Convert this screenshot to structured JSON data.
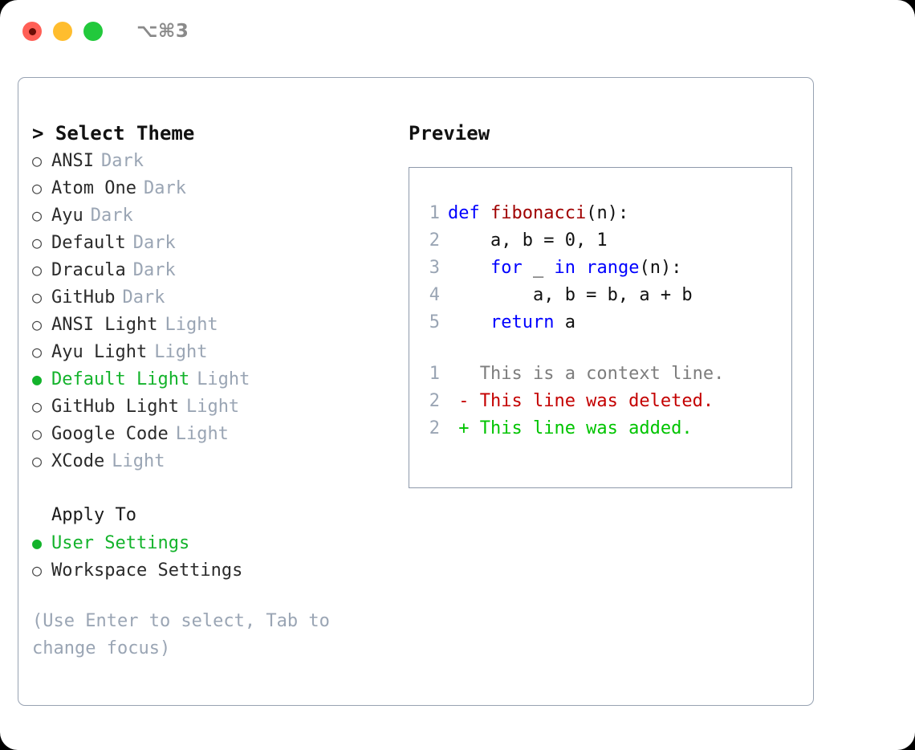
{
  "window": {
    "traffic_lights": [
      "close-red",
      "minimize-yellow",
      "maximize-green"
    ],
    "shortcut": "⌥⌘3"
  },
  "theme_picker": {
    "header": "> Select Theme",
    "caret": ">",
    "header_text": "Select Theme",
    "bullet_empty": "○",
    "bullet_filled": "●",
    "selected_color": "#13b32b",
    "tag_color": "#9aa5b4",
    "items": [
      {
        "label": "ANSI",
        "tag": "Dark",
        "selected": false
      },
      {
        "label": "Atom One",
        "tag": "Dark",
        "selected": false
      },
      {
        "label": "Ayu",
        "tag": "Dark",
        "selected": false
      },
      {
        "label": "Default",
        "tag": "Dark",
        "selected": false
      },
      {
        "label": "Dracula",
        "tag": "Dark",
        "selected": false
      },
      {
        "label": "GitHub",
        "tag": "Dark",
        "selected": false
      },
      {
        "label": "ANSI Light",
        "tag": "Light",
        "selected": false
      },
      {
        "label": "Ayu Light",
        "tag": "Light",
        "selected": false
      },
      {
        "label": "Default Light",
        "tag": "Light",
        "selected": true
      },
      {
        "label": "GitHub Light",
        "tag": "Light",
        "selected": false
      },
      {
        "label": "Google Code",
        "tag": "Light",
        "selected": false
      },
      {
        "label": "XCode",
        "tag": "Light",
        "selected": false
      }
    ]
  },
  "apply_to": {
    "header": "Apply To",
    "items": [
      {
        "label": "User Settings",
        "selected": true
      },
      {
        "label": "Workspace Settings",
        "selected": false
      }
    ]
  },
  "hint": "(Use Enter to select, Tab to change focus)",
  "preview": {
    "title": "Preview",
    "code_lines": [
      {
        "no": "1",
        "tokens": [
          {
            "t": "def ",
            "c": "kw"
          },
          {
            "t": "fibonacci",
            "c": "fn"
          },
          {
            "t": "(n):",
            "c": "plain"
          }
        ]
      },
      {
        "no": "2",
        "tokens": [
          {
            "t": "    a, b = 0, 1",
            "c": "plain"
          }
        ]
      },
      {
        "no": "3",
        "tokens": [
          {
            "t": "    ",
            "c": "plain"
          },
          {
            "t": "for",
            "c": "kw"
          },
          {
            "t": " _ ",
            "c": "plain"
          },
          {
            "t": "in",
            "c": "kw"
          },
          {
            "t": " ",
            "c": "plain"
          },
          {
            "t": "range",
            "c": "kw"
          },
          {
            "t": "(n):",
            "c": "plain"
          }
        ]
      },
      {
        "no": "4",
        "tokens": [
          {
            "t": "        a, b = b, a + b",
            "c": "plain"
          }
        ]
      },
      {
        "no": "5",
        "tokens": [
          {
            "t": "    ",
            "c": "plain"
          },
          {
            "t": "return",
            "c": "kw"
          },
          {
            "t": " a",
            "c": "plain"
          }
        ]
      }
    ],
    "diff_lines": [
      {
        "no": "1",
        "tokens": [
          {
            "t": "   This is a context line.",
            "c": "ctx"
          }
        ]
      },
      {
        "no": "2",
        "tokens": [
          {
            "t": " - This line was deleted.",
            "c": "del"
          }
        ]
      },
      {
        "no": "2",
        "tokens": [
          {
            "t": " + This line was added.",
            "c": "add"
          }
        ]
      }
    ]
  }
}
